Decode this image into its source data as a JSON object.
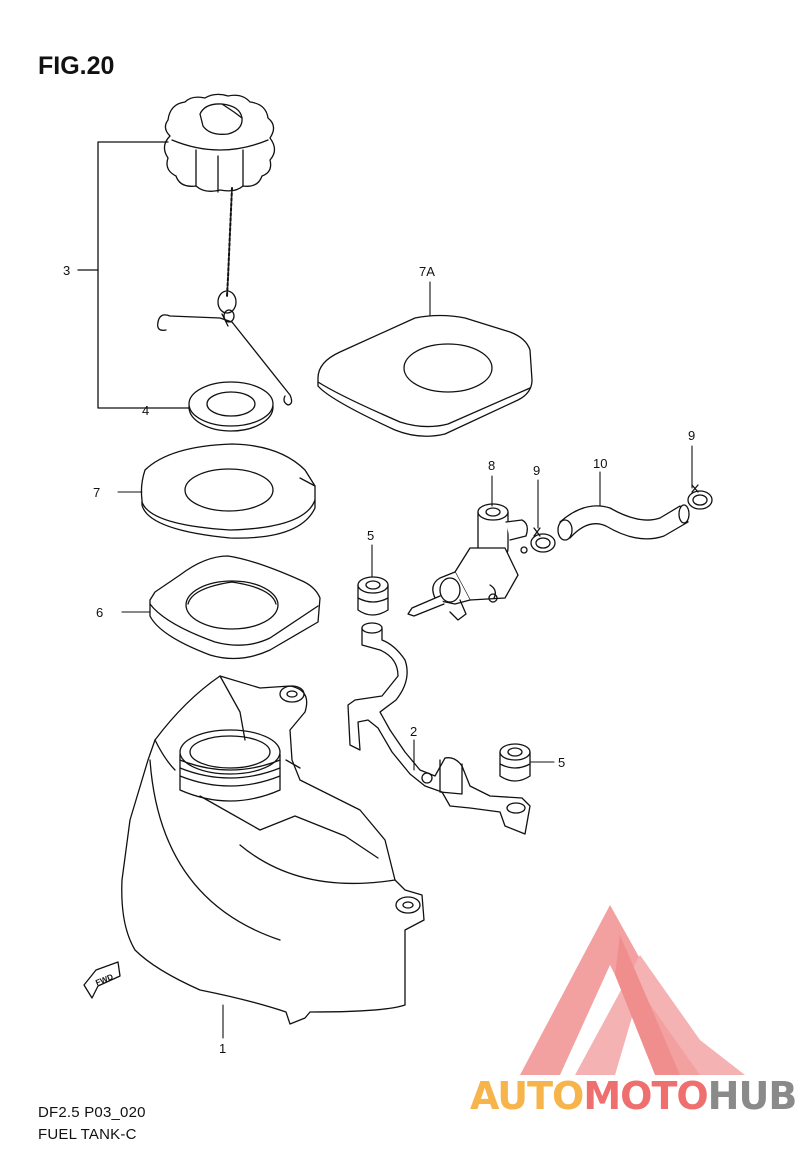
{
  "figure": {
    "title": "FIG.20",
    "code": "DF2.5 P03_020",
    "name": "FUEL TANK-C"
  },
  "callouts": {
    "c1": "1",
    "c2": "2",
    "c3": "3",
    "c4": "4",
    "c5a": "5",
    "c5b": "5",
    "c6": "6",
    "c7": "7",
    "c7a": "7A",
    "c8": "8",
    "c9a": "9",
    "c9b": "9",
    "c10": "10"
  },
  "fwd_label": "FWD",
  "watermark": {
    "part1": "AUTO",
    "part2": "MOTO",
    "part3": "HUB",
    "colors": {
      "auto": "#f6b44a",
      "moto": "#ef6f6f",
      "hub": "#8a8a8a",
      "logo": "#ef6f6f"
    }
  }
}
